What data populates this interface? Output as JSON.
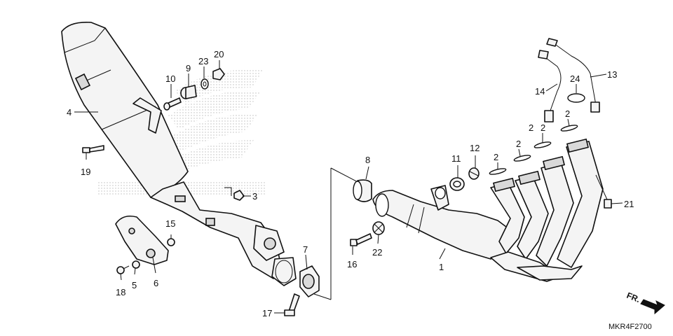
{
  "diagram_code": "MKR4F2700",
  "front_indicator": "FR.",
  "part_numbers": [
    "1",
    "2",
    "3",
    "4",
    "5",
    "6",
    "7",
    "8",
    "9",
    "10",
    "11",
    "12",
    "13",
    "14",
    "15",
    "16",
    "17",
    "18",
    "19",
    "20",
    "21",
    "22",
    "23",
    "24"
  ],
  "callouts": {
    "p1": "1",
    "p2a": "2",
    "p2b": "2",
    "p2c": "2",
    "p2d": "2",
    "p2e": "2",
    "p3": "3",
    "p4": "4",
    "p5": "5",
    "p6": "6",
    "p7": "7",
    "p8": "8",
    "p9": "9",
    "p10": "10",
    "p11": "11",
    "p12": "12",
    "p13": "13",
    "p14": "14",
    "p15": "15",
    "p16": "16",
    "p17": "17",
    "p18": "18",
    "p19": "19",
    "p20": "20",
    "p21": "21",
    "p22": "22",
    "p23": "23",
    "p24": "24"
  },
  "colors": {
    "line": "#111111",
    "fill": "#f4f4f4",
    "watermark": "#b0b0b0"
  }
}
